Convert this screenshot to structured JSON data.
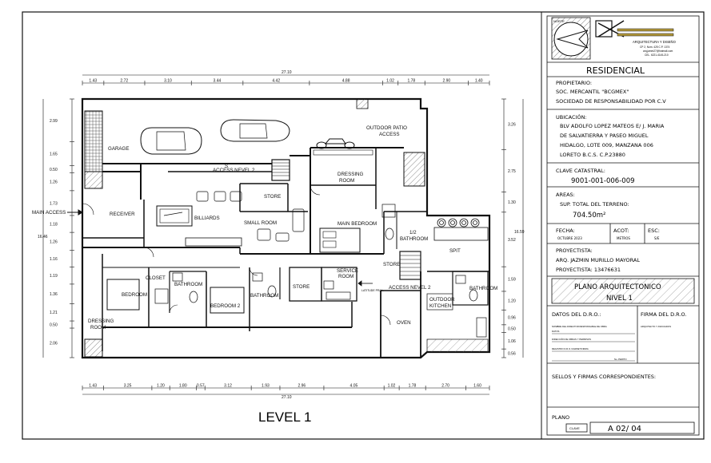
{
  "plan": {
    "level_title": "LEVEL  1",
    "rooms": {
      "garage": "GARAGE",
      "outdoor_patio_1": "OUTDOOR PATIO",
      "outdoor_patio_2": "ACCESS",
      "access_level_2_top": "ACCESS NEVEL 2",
      "dressing_room_top_1": "DRESSING",
      "dressing_room_top_2": "ROOM",
      "main_access": "MAIN ACCESS",
      "receiver": "RECEIVER",
      "billiards": "BILLIARDS",
      "store_1": "STORE",
      "small_room": "SMALL ROOM",
      "main_bedroom": "MAIN BEDROOM",
      "half_bathroom_1": "1/2",
      "half_bathroom_2": "BATHROOM",
      "spit": "SPIT",
      "store_2": "STORE",
      "closet": "CLOSET",
      "bathroom_1": "BATHROOM",
      "bedroom": "BEDROOM",
      "bedroom_2": "BEDROOM 2",
      "bathroom_2": "BATHROOM",
      "store_3": "STORE",
      "service_room_1": "SERVICE",
      "service_room_2": "ROOM",
      "access_level_2_right": "ACCESS NEVEL 2",
      "bathroom_3": "BATHROOM",
      "outdoor_kitchen_1": "OUTDOOR",
      "outdoor_kitchen_2": "KITCHEN",
      "dressing_room_bottom_1": "DRESSING",
      "dressing_room_bottom_2": "ROOM",
      "oven": "OVEN"
    },
    "top_total": "27.10",
    "top_dims": [
      "1.43",
      "2.72",
      "3.10",
      "3.44",
      "4.42",
      "4.88",
      "1.02",
      "1.78",
      "2.90",
      "1.40"
    ],
    "bottom_total": "27.10",
    "bottom_dims": [
      "1.43",
      "3.25",
      "1.20",
      "1.80",
      "0.57",
      "3.12",
      "1.93",
      "2.96",
      "4.05",
      "1.02",
      "1.78",
      "2.70",
      "1.60"
    ],
    "left_total": "16.46",
    "left_dims": [
      "2.99",
      "1.65",
      "0.50",
      "1.26",
      "1.73",
      "1.18",
      "1.26",
      "1.16",
      "1.19",
      "1.36",
      "1.21",
      "0.50",
      "2.06"
    ],
    "right_total": "16.59",
    "right_dims": [
      "3.26",
      "2.75",
      "1.30",
      "3.52",
      "1.59",
      "1.20",
      "0.96",
      "0.50",
      "1.06",
      "0.56"
    ],
    "s_marker": "S"
  },
  "title_block": {
    "north_label": "NORTE",
    "firm_name": "ARQUITECTURA Y DISEÑO",
    "firm_contact_1": "CP 2, Núm. 425 C.P. 1374",
    "firm_contact_2": "arq.jamm27@hotmail.com",
    "firm_contact_3": "CEL. 6221-4145-210",
    "project_type": "RESIDENCIAL",
    "owner_label": "PROPIETARIO:",
    "owner_line1": "SOC.     MERCANTIL  \"BCGMEX\"",
    "owner_line2": "SOCIEDAD DE RESPONSABILIDAD POR C.V",
    "location_label": "UBICACIÓN:",
    "location_line1": "BLV ADOLFO LOPEZ MATEOS E/  J. MARIA",
    "location_line2": "DE SALVATIERRA Y PASEO MIGUEL",
    "location_line3": "HIDALGO, LOTE 009, MANZANA 006",
    "location_line4": "LORETO B.C.S. C.P.23880",
    "cadastral_label": "CLAVE CATASTRAL:",
    "cadastral_value": "9001-001-006-009",
    "areas_label": "AREAS:",
    "areas_line1": "SUP. TOTAL DEL TERRENO:",
    "areas_value": "704.50m²",
    "date_label": "FECHA:",
    "date_value": "OCTUBRE 2023",
    "acot_label": "ACOT:",
    "acot_value": "METROS",
    "esc_label": "ESC:",
    "esc_value": "S/E",
    "designer_label": "PROYECTISTA:",
    "designer_line1": "ARQ. JAZMIN MURILLO MAYORAL",
    "designer_line2": "PROYECTISTA: 13476631",
    "plan_name_line1": "PLANO ARQUITECTONICO",
    "plan_name_line2": "NIVEL 1",
    "dro_data_label": "DATOS DEL D.R.O.:",
    "dro_sign_label": "FIRMA DEL D.R.O.",
    "dro_small_1": "NOMBRE DEL DIRECTOR RESPONSABLE DE OBRA",
    "dro_small_2": "DATOS",
    "dro_small_3": "DIRECCIÓN DE OBRAS Y PERMISOS",
    "dro_small_4": "REGISTRO D.R.O./CARNET/FIRMA",
    "dro_small_5": "No. PERITO",
    "dro_sign_small": "ARQUITECTO Y ASOCIADOS",
    "seals_label": "SELLOS Y FIRMAS CORRESPONDIENTES:",
    "plano_label": "PLANO",
    "clave_label": "CLAVE",
    "sheet_number": "A    02/ 04"
  }
}
